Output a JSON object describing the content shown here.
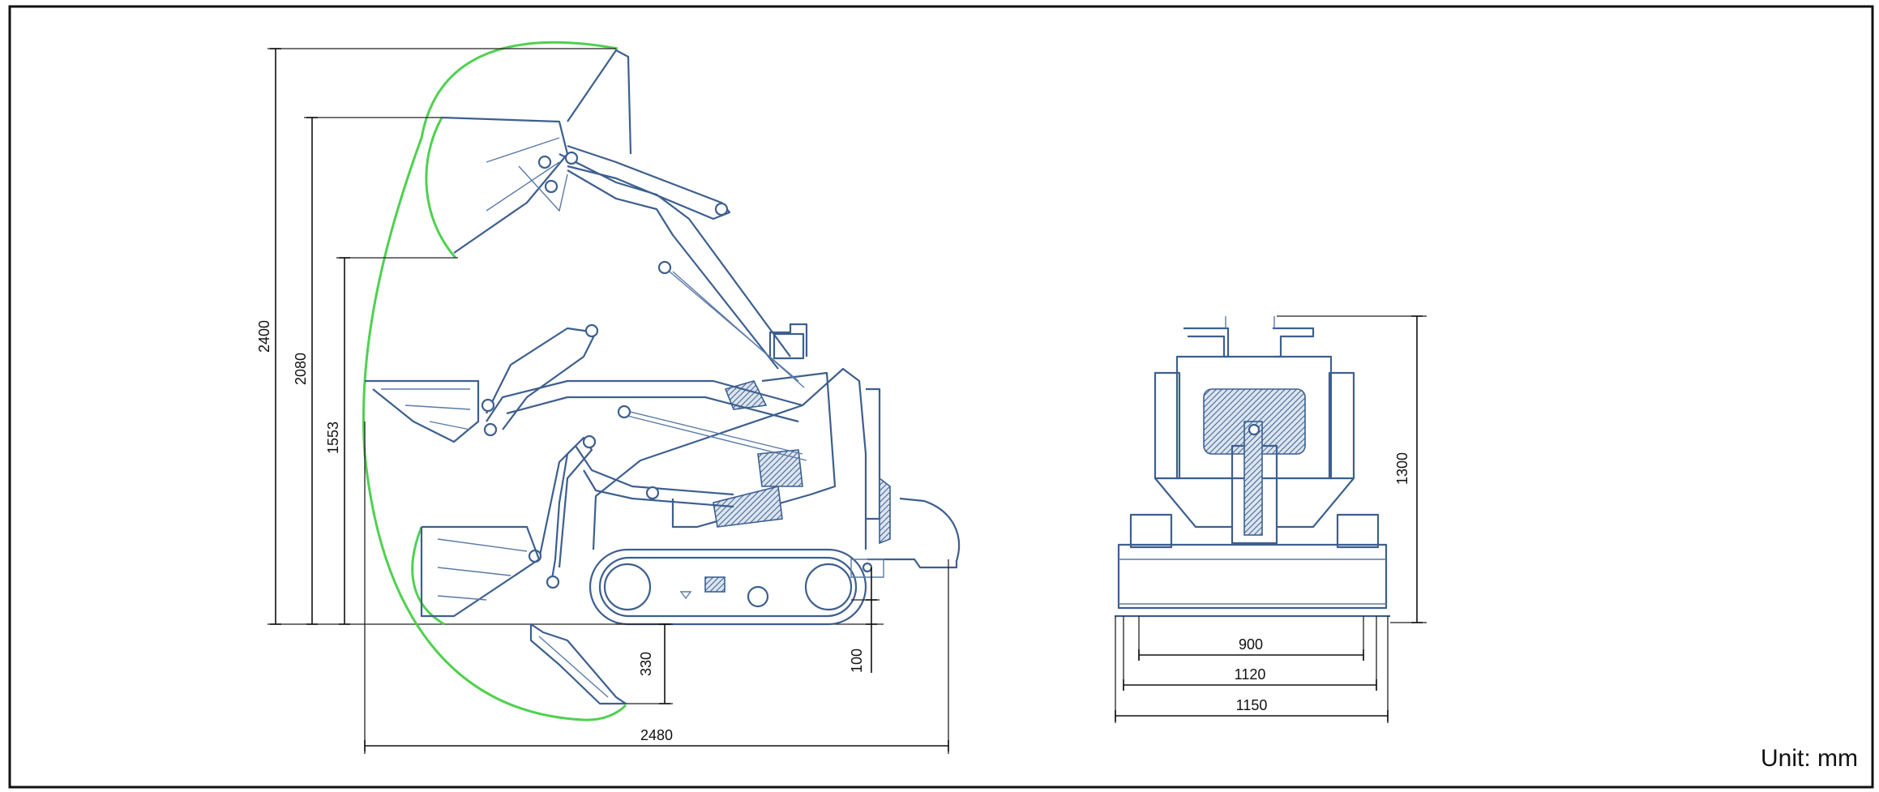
{
  "side_view": {
    "dimensions": {
      "max_height": "2400",
      "pin_height": "2080",
      "dump_height": "1553",
      "dig_depth": "330",
      "ground_clearance": "100",
      "overall_length": "2480"
    }
  },
  "front_view": {
    "dimensions": {
      "track_gauge": "900",
      "track_width": "1120",
      "overall_width": "1150",
      "overall_height": "1300"
    }
  },
  "unit_label": "Unit: mm",
  "colors": {
    "machine": "#3d5f8e",
    "reach_arc": "#4fd14f",
    "dimension": "#111111"
  }
}
